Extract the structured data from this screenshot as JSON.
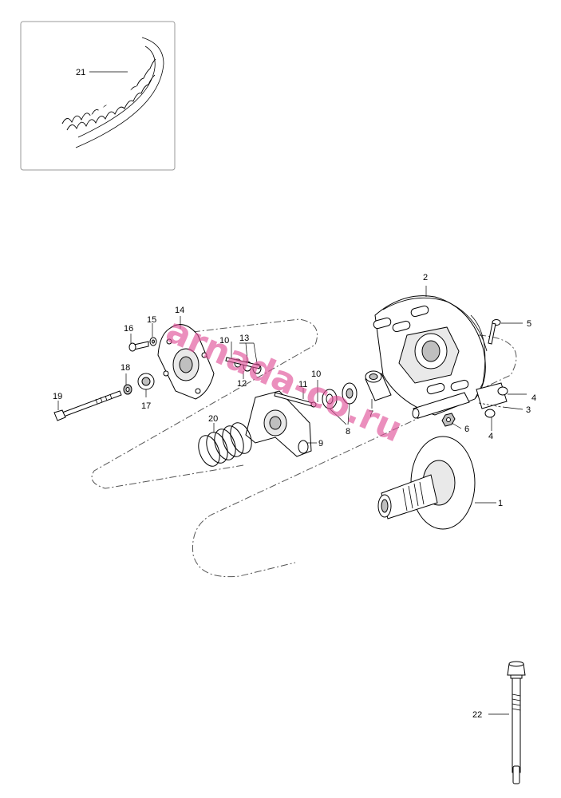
{
  "callouts": {
    "c1": "1",
    "c2": "2",
    "c3": "3",
    "c4a": "4",
    "c4b": "4",
    "c5": "5",
    "c6": "6",
    "c7": "7",
    "c8": "8",
    "c9": "9",
    "c10a": "10",
    "c10b": "10",
    "c11": "11",
    "c12": "12",
    "c13": "13",
    "c14": "14",
    "c15": "15",
    "c16": "16",
    "c17": "17",
    "c18": "18",
    "c19": "19",
    "c20": "20",
    "c21": "21",
    "c22": "22"
  },
  "watermark": "arnada-co.ru"
}
